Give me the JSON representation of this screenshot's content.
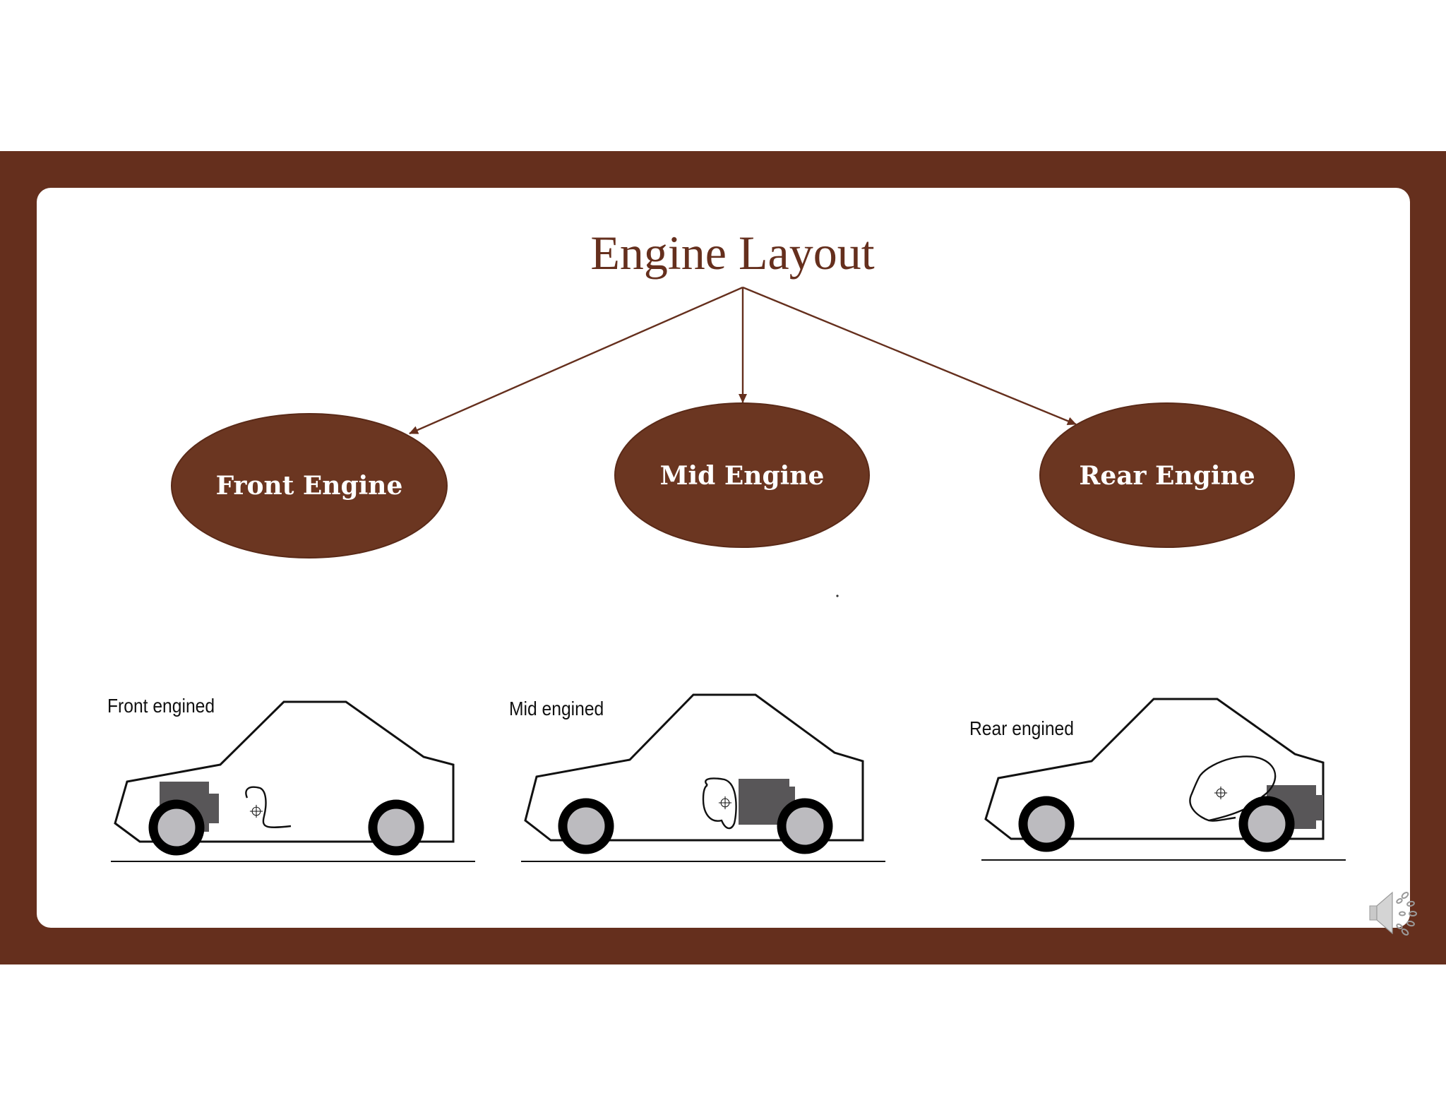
{
  "title": "Engine Layout",
  "nodes": {
    "front": "Front Engine",
    "mid": "Mid Engine",
    "rear": "Rear Engine"
  },
  "cars": {
    "front": "Front engined",
    "mid": "Mid engined",
    "rear": "Rear engined"
  },
  "colors": {
    "brand": "#652f1d",
    "node_fill": "#6b3621",
    "engine_block": "#585658",
    "wheel_hub": "#bcbbbf"
  },
  "icons": {
    "audio": "speaker-icon"
  }
}
